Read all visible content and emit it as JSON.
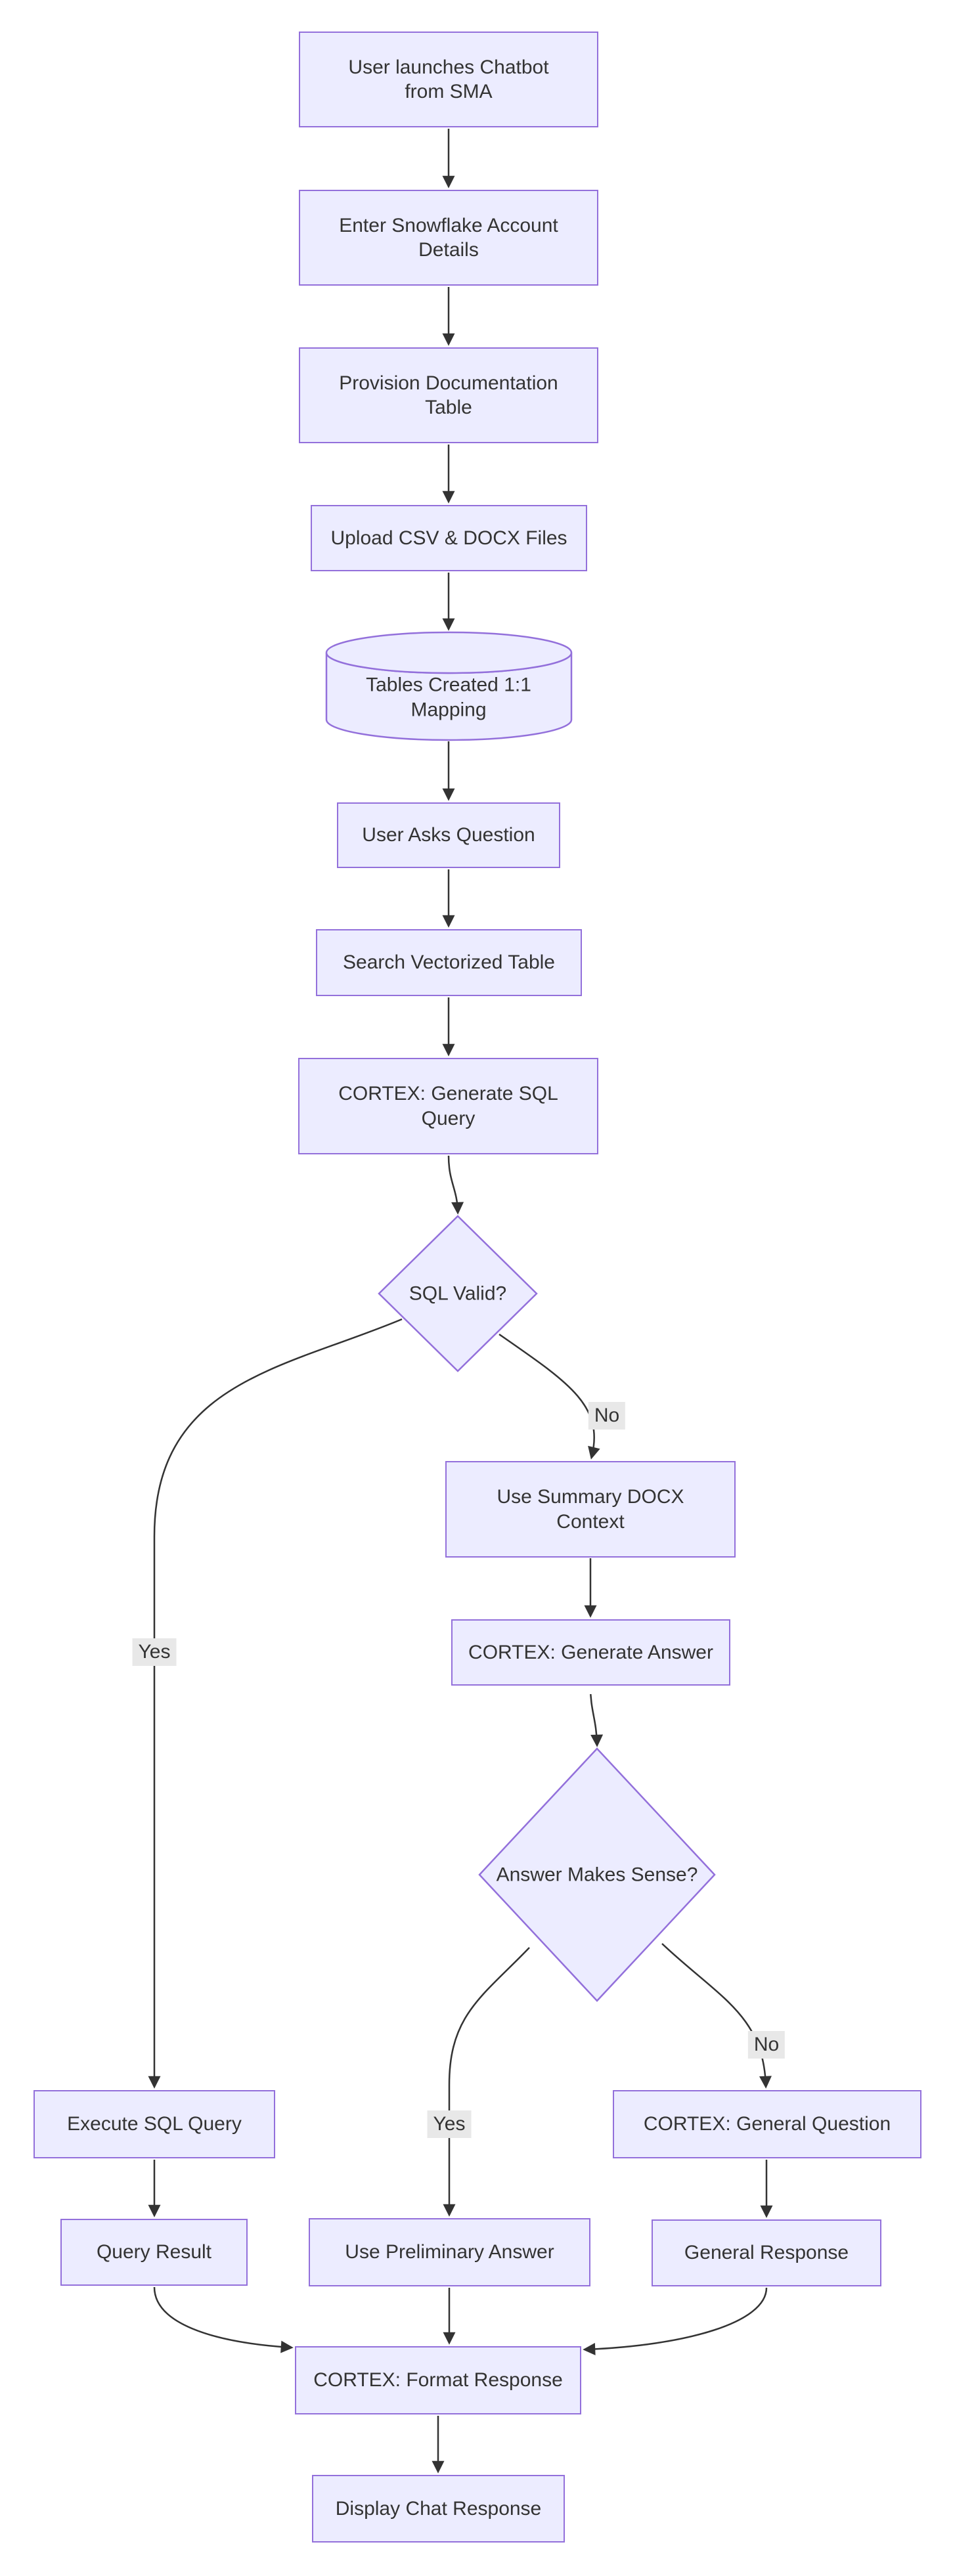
{
  "diagram": {
    "type": "flowchart",
    "direction": "top-down",
    "colors": {
      "background": "#ffffff",
      "node_fill": "#ECECFF",
      "node_border": "#9370DB",
      "edge_line": "#333333",
      "edge_label_bg": "#e8e8e8",
      "text": "#333333"
    },
    "nodes": {
      "launch": {
        "shape": "rect",
        "label": "User launches Chatbot\nfrom SMA"
      },
      "account": {
        "shape": "rect",
        "label": "Enter Snowflake Account\nDetails"
      },
      "provision": {
        "shape": "rect",
        "label": "Provision Documentation\nTable"
      },
      "upload": {
        "shape": "rect",
        "label": "Upload CSV & DOCX Files"
      },
      "tables": {
        "shape": "cylinder",
        "label": "Tables Created 1:1 Mapping"
      },
      "ask": {
        "shape": "rect",
        "label": "User Asks Question"
      },
      "search": {
        "shape": "rect",
        "label": "Search Vectorized Table"
      },
      "gensql": {
        "shape": "rect",
        "label": "CORTEX: Generate SQL\nQuery"
      },
      "sqlvalid": {
        "shape": "diamond",
        "label": "SQL Valid?"
      },
      "summary": {
        "shape": "rect",
        "label": "Use Summary DOCX\nContext"
      },
      "genanswer": {
        "shape": "rect",
        "label": "CORTEX: Generate Answer"
      },
      "makessense": {
        "shape": "diamond",
        "label": "Answer Makes Sense?"
      },
      "execute": {
        "shape": "rect",
        "label": "Execute SQL Query"
      },
      "queryresult": {
        "shape": "rect",
        "label": "Query Result"
      },
      "useprelim": {
        "shape": "rect",
        "label": "Use Preliminary Answer"
      },
      "general": {
        "shape": "rect",
        "label": "CORTEX: General Question"
      },
      "genresponse": {
        "shape": "rect",
        "label": "General Response"
      },
      "format": {
        "shape": "rect",
        "label": "CORTEX: Format Response"
      },
      "display": {
        "shape": "rect",
        "label": "Display Chat Response"
      }
    },
    "edges": [
      {
        "from": "launch",
        "to": "account",
        "label": ""
      },
      {
        "from": "account",
        "to": "provision",
        "label": ""
      },
      {
        "from": "provision",
        "to": "upload",
        "label": ""
      },
      {
        "from": "upload",
        "to": "tables",
        "label": ""
      },
      {
        "from": "tables",
        "to": "ask",
        "label": ""
      },
      {
        "from": "ask",
        "to": "search",
        "label": ""
      },
      {
        "from": "search",
        "to": "gensql",
        "label": ""
      },
      {
        "from": "gensql",
        "to": "sqlvalid",
        "label": ""
      },
      {
        "from": "sqlvalid",
        "to": "summary",
        "label": "No"
      },
      {
        "from": "sqlvalid",
        "to": "execute",
        "label": "Yes"
      },
      {
        "from": "summary",
        "to": "genanswer",
        "label": ""
      },
      {
        "from": "genanswer",
        "to": "makessense",
        "label": ""
      },
      {
        "from": "makessense",
        "to": "useprelim",
        "label": "Yes"
      },
      {
        "from": "makessense",
        "to": "general",
        "label": "No"
      },
      {
        "from": "execute",
        "to": "queryresult",
        "label": ""
      },
      {
        "from": "general",
        "to": "genresponse",
        "label": ""
      },
      {
        "from": "queryresult",
        "to": "format",
        "label": ""
      },
      {
        "from": "useprelim",
        "to": "format",
        "label": ""
      },
      {
        "from": "genresponse",
        "to": "format",
        "label": ""
      },
      {
        "from": "format",
        "to": "display",
        "label": ""
      }
    ]
  }
}
